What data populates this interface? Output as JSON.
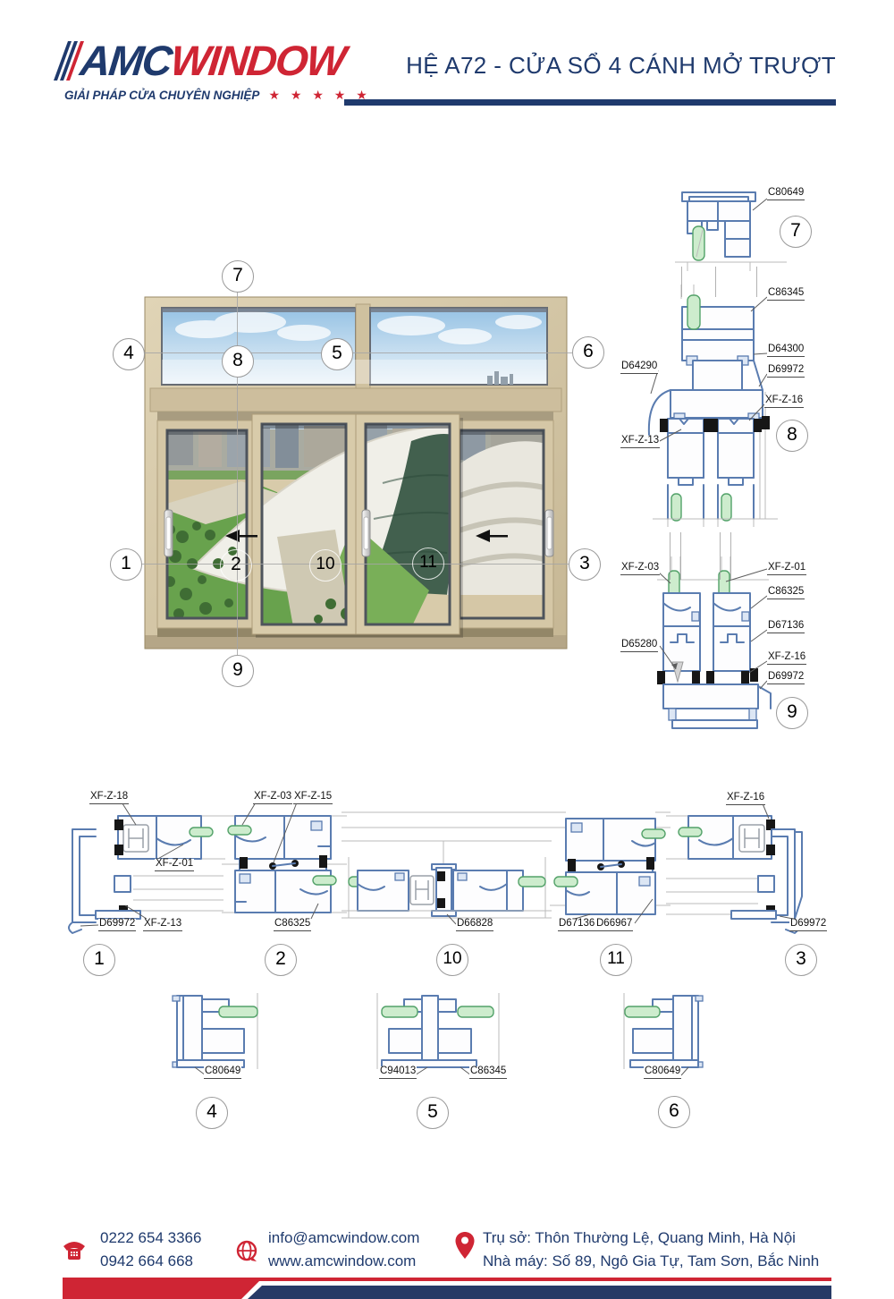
{
  "header": {
    "logo": {
      "brand_primary": "AMC",
      "brand_secondary": "WINDOW",
      "tagline": "GIẢI PHÁP CỬA CHUYÊN NGHIỆP",
      "stars": "★ ★ ★ ★ ★"
    },
    "title": "HỆ A72 - CỬA SỔ 4 CÁNH MỞ TRƯỢT"
  },
  "main_drawing": {
    "callouts": {
      "c1": "1",
      "c2": "2",
      "c3": "3",
      "c4": "4",
      "c5": "5",
      "c6": "6",
      "c7": "7",
      "c8": "8",
      "c9": "9",
      "c10": "10",
      "c11": "11"
    }
  },
  "details": {
    "d7": {
      "number": "7",
      "labels": [
        "C80649"
      ]
    },
    "d8": {
      "number": "8",
      "labels": [
        "C86345",
        "D64300",
        "D64290",
        "D69972",
        "XF-Z-16",
        "XF-Z-13"
      ]
    },
    "d9": {
      "number": "9",
      "labels": [
        "XF-Z-03",
        "XF-Z-01",
        "C86325",
        "D67136",
        "XF-Z-16",
        "D69972",
        "D65280"
      ]
    },
    "d1": {
      "number": "1",
      "labels": [
        "XF-Z-18",
        "XF-Z-01",
        "D69972",
        "XF-Z-13"
      ]
    },
    "d2": {
      "number": "2",
      "labels": [
        "XF-Z-03",
        "XF-Z-15",
        "C86325"
      ]
    },
    "d10": {
      "number": "10",
      "labels": [
        "D66828"
      ]
    },
    "d11": {
      "number": "11",
      "labels": [
        "D67136",
        "D66967"
      ]
    },
    "d3": {
      "number": "3",
      "labels": [
        "XF-Z-16",
        "D69972"
      ]
    },
    "d4": {
      "number": "4",
      "labels": [
        "C80649"
      ]
    },
    "d5": {
      "number": "5",
      "labels": [
        "C94013",
        "C86345"
      ]
    },
    "d6": {
      "number": "6",
      "labels": [
        "C80649"
      ]
    }
  },
  "footer": {
    "phone1": "0222 654 3366",
    "phone2": "0942 664 668",
    "email": "info@amcwindow.com",
    "website": "www.amcwindow.com",
    "address1": "Trụ sở: Thôn Thường Lệ, Quang Minh, Hà Nội",
    "address2": "Nhà máy: Số 89, Ngô Gia Tự, Tam Sơn, Bắc Ninh"
  },
  "colors": {
    "navy": "#1f3a6d",
    "red": "#cf2534",
    "profile_blue": "#5a7cb0",
    "gasket_green": "#53a269",
    "frame_beige": "#d7caa9"
  }
}
